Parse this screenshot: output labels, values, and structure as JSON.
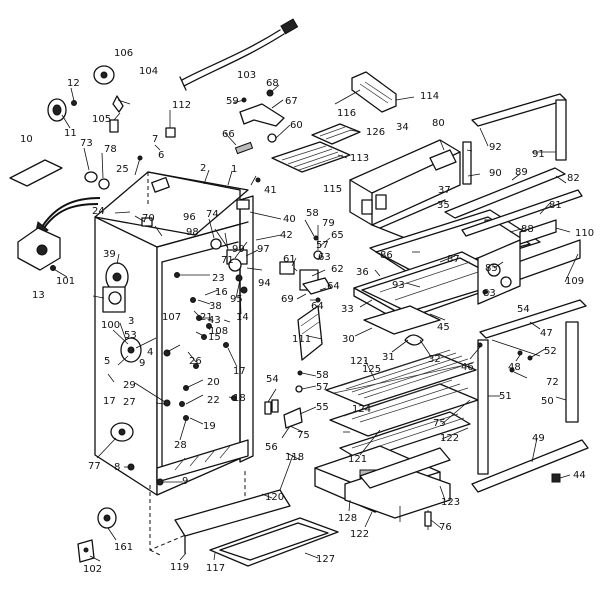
{
  "callouts": [
    {
      "id": "c-1",
      "text": "1"
    },
    {
      "id": "c-2",
      "text": "2"
    },
    {
      "id": "c-3",
      "text": "3"
    },
    {
      "id": "c-4",
      "text": "4"
    },
    {
      "id": "c-5",
      "text": "5"
    },
    {
      "id": "c-6",
      "text": "6"
    },
    {
      "id": "c-7",
      "text": "7"
    },
    {
      "id": "c-8",
      "text": "8"
    },
    {
      "id": "c-9",
      "text": "9"
    },
    {
      "id": "c-9b",
      "text": "9"
    },
    {
      "id": "c-10",
      "text": "10"
    },
    {
      "id": "c-11",
      "text": "11"
    },
    {
      "id": "c-12",
      "text": "12"
    },
    {
      "id": "c-13",
      "text": "13"
    },
    {
      "id": "c-14",
      "text": "14"
    },
    {
      "id": "c-15",
      "text": "15"
    },
    {
      "id": "c-16",
      "text": "16"
    },
    {
      "id": "c-17",
      "text": "17"
    },
    {
      "id": "c-17b",
      "text": "17"
    },
    {
      "id": "c-18",
      "text": "18"
    },
    {
      "id": "c-19",
      "text": "19"
    },
    {
      "id": "c-20",
      "text": "20"
    },
    {
      "id": "c-21",
      "text": "21"
    },
    {
      "id": "c-22",
      "text": "22"
    },
    {
      "id": "c-23",
      "text": "23"
    },
    {
      "id": "c-24",
      "text": "24"
    },
    {
      "id": "c-25",
      "text": "25"
    },
    {
      "id": "c-26",
      "text": "26"
    },
    {
      "id": "c-27",
      "text": "27"
    },
    {
      "id": "c-28",
      "text": "28"
    },
    {
      "id": "c-29",
      "text": "29"
    },
    {
      "id": "c-30",
      "text": "30"
    },
    {
      "id": "c-31",
      "text": "31"
    },
    {
      "id": "c-32",
      "text": "32"
    },
    {
      "id": "c-33",
      "text": "33"
    },
    {
      "id": "c-34",
      "text": "34"
    },
    {
      "id": "c-35",
      "text": "35"
    },
    {
      "id": "c-36",
      "text": "36"
    },
    {
      "id": "c-37",
      "text": "37"
    },
    {
      "id": "c-38",
      "text": "38"
    },
    {
      "id": "c-39",
      "text": "39"
    },
    {
      "id": "c-40",
      "text": "40"
    },
    {
      "id": "c-41",
      "text": "41"
    },
    {
      "id": "c-42",
      "text": "42"
    },
    {
      "id": "c-43",
      "text": "43"
    },
    {
      "id": "c-44",
      "text": "44"
    },
    {
      "id": "c-45",
      "text": "45"
    },
    {
      "id": "c-46",
      "text": "46"
    },
    {
      "id": "c-47",
      "text": "47"
    },
    {
      "id": "c-48",
      "text": "48"
    },
    {
      "id": "c-49",
      "text": "49"
    },
    {
      "id": "c-50",
      "text": "50"
    },
    {
      "id": "c-51",
      "text": "51"
    },
    {
      "id": "c-52",
      "text": "52"
    },
    {
      "id": "c-53",
      "text": "53"
    },
    {
      "id": "c-54",
      "text": "54"
    },
    {
      "id": "c-54b",
      "text": "54"
    },
    {
      "id": "c-55",
      "text": "55"
    },
    {
      "id": "c-56",
      "text": "56"
    },
    {
      "id": "c-57",
      "text": "57"
    },
    {
      "id": "c-57b",
      "text": "57"
    },
    {
      "id": "c-58",
      "text": "58"
    },
    {
      "id": "c-58b",
      "text": "58"
    },
    {
      "id": "c-59",
      "text": "59"
    },
    {
      "id": "c-60",
      "text": "60"
    },
    {
      "id": "c-61",
      "text": "61"
    },
    {
      "id": "c-62",
      "text": "62"
    },
    {
      "id": "c-63",
      "text": "63"
    },
    {
      "id": "c-64",
      "text": "64"
    },
    {
      "id": "c-64b",
      "text": "64"
    },
    {
      "id": "c-65",
      "text": "65"
    },
    {
      "id": "c-66",
      "text": "66"
    },
    {
      "id": "c-67",
      "text": "67"
    },
    {
      "id": "c-68",
      "text": "68"
    },
    {
      "id": "c-69",
      "text": "69"
    },
    {
      "id": "c-70",
      "text": "70"
    },
    {
      "id": "c-71",
      "text": "71"
    },
    {
      "id": "c-72",
      "text": "72"
    },
    {
      "id": "c-73",
      "text": "73"
    },
    {
      "id": "c-74",
      "text": "74"
    },
    {
      "id": "c-75",
      "text": "75"
    },
    {
      "id": "c-75b",
      "text": "75"
    },
    {
      "id": "c-76",
      "text": "76"
    },
    {
      "id": "c-77",
      "text": "77"
    },
    {
      "id": "c-78",
      "text": "78"
    },
    {
      "id": "c-79",
      "text": "79"
    },
    {
      "id": "c-80",
      "text": "80"
    },
    {
      "id": "c-81",
      "text": "81"
    },
    {
      "id": "c-82",
      "text": "82"
    },
    {
      "id": "c-83",
      "text": "83"
    },
    {
      "id": "c-85",
      "text": "85"
    },
    {
      "id": "c-86",
      "text": "86"
    },
    {
      "id": "c-87",
      "text": "87"
    },
    {
      "id": "c-88",
      "text": "88"
    },
    {
      "id": "c-89",
      "text": "89"
    },
    {
      "id": "c-90",
      "text": "90"
    },
    {
      "id": "c-91",
      "text": "91"
    },
    {
      "id": "c-92",
      "text": "92"
    },
    {
      "id": "c-93",
      "text": "93"
    },
    {
      "id": "c-94",
      "text": "94"
    },
    {
      "id": "c-95",
      "text": "95"
    },
    {
      "id": "c-96",
      "text": "96"
    },
    {
      "id": "c-97",
      "text": "97"
    },
    {
      "id": "c-98",
      "text": "98"
    },
    {
      "id": "c-99",
      "text": "99"
    },
    {
      "id": "c-100",
      "text": "100"
    },
    {
      "id": "c-101",
      "text": "101"
    },
    {
      "id": "c-102",
      "text": "102"
    },
    {
      "id": "c-103",
      "text": "103"
    },
    {
      "id": "c-104",
      "text": "104"
    },
    {
      "id": "c-105",
      "text": "105"
    },
    {
      "id": "c-106",
      "text": "106"
    },
    {
      "id": "c-107",
      "text": "107"
    },
    {
      "id": "c-108",
      "text": "108"
    },
    {
      "id": "c-109",
      "text": "109"
    },
    {
      "id": "c-110",
      "text": "110"
    },
    {
      "id": "c-111",
      "text": "111"
    },
    {
      "id": "c-112",
      "text": "112"
    },
    {
      "id": "c-113",
      "text": "113"
    },
    {
      "id": "c-114",
      "text": "114"
    },
    {
      "id": "c-115",
      "text": "115"
    },
    {
      "id": "c-116",
      "text": "116"
    },
    {
      "id": "c-117",
      "text": "117"
    },
    {
      "id": "c-118",
      "text": "118"
    },
    {
      "id": "c-119",
      "text": "119"
    },
    {
      "id": "c-120",
      "text": "120"
    },
    {
      "id": "c-121",
      "text": "121"
    },
    {
      "id": "c-121b",
      "text": "121"
    },
    {
      "id": "c-122",
      "text": "122"
    },
    {
      "id": "c-122b",
      "text": "122"
    },
    {
      "id": "c-123",
      "text": "123"
    },
    {
      "id": "c-124",
      "text": "124"
    },
    {
      "id": "c-125",
      "text": "125"
    },
    {
      "id": "c-126",
      "text": "126"
    },
    {
      "id": "c-127",
      "text": "127"
    },
    {
      "id": "c-128",
      "text": "128"
    },
    {
      "id": "c-161",
      "text": "161"
    }
  ]
}
